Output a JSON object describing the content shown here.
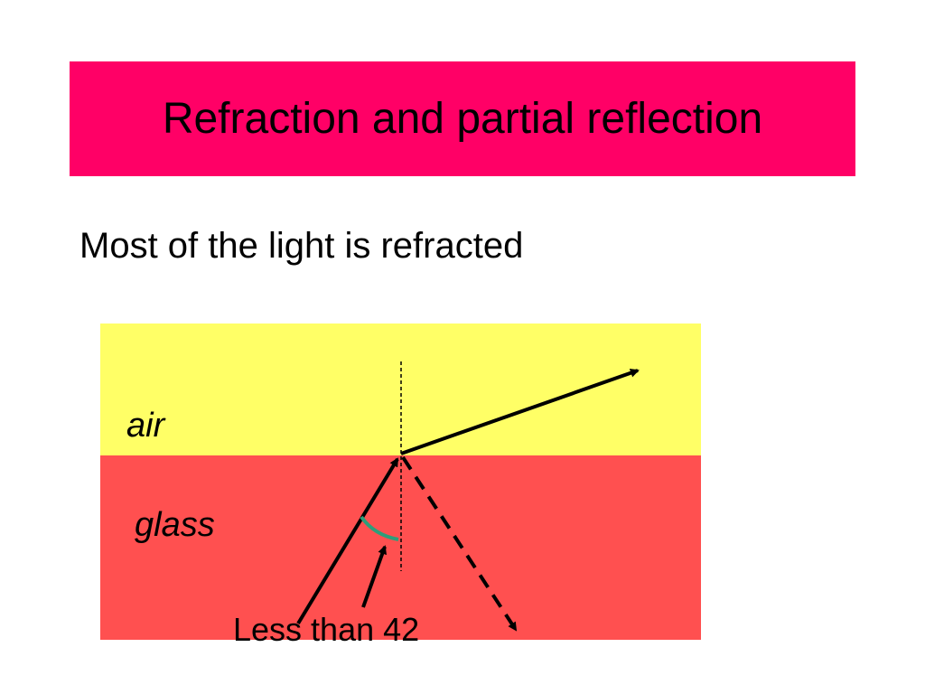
{
  "title": "Refraction and partial reflection",
  "subtitle": "Most of the light is refracted",
  "diagram": {
    "media_top": "air",
    "media_bottom": "glass",
    "angle_label": "Less than 42",
    "colors": {
      "title_bg": "#ff0066",
      "air": "#ffff66",
      "glass": "#ff5050",
      "ray": "#000000",
      "angle_arc": "#2e9e7a"
    }
  }
}
